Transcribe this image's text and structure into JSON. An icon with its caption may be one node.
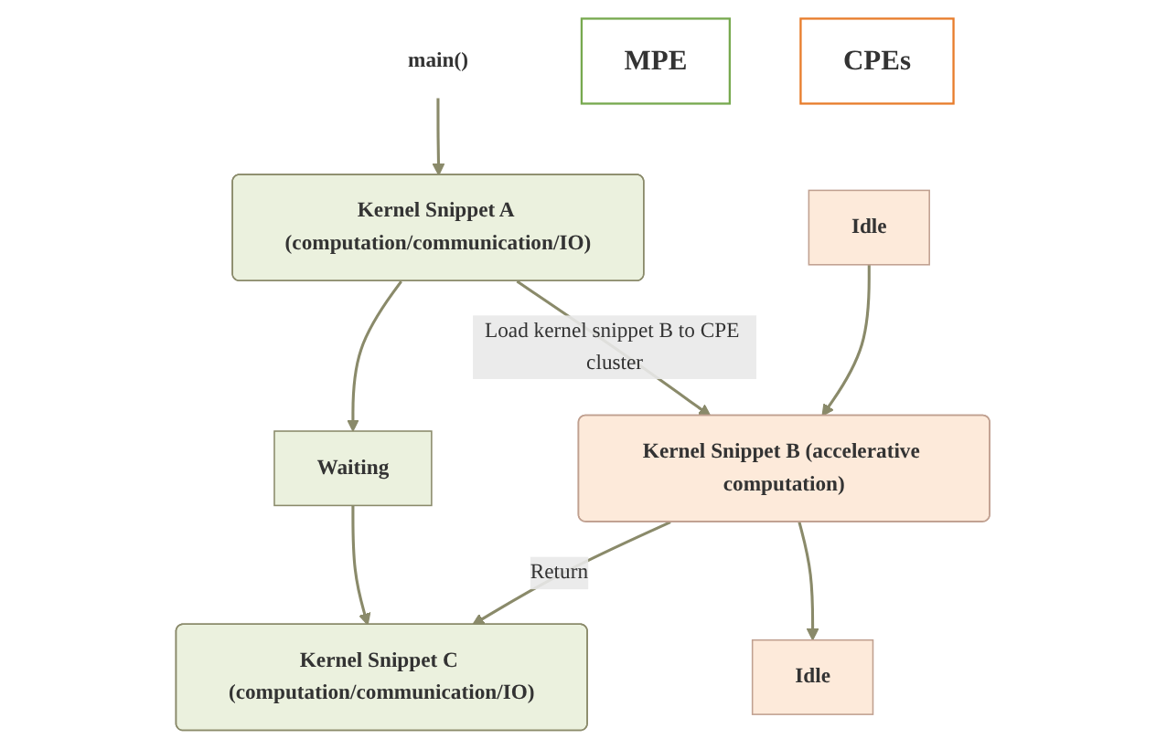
{
  "diagram": {
    "nodes": [
      {
        "text": [
          "main()"
        ]
      },
      {
        "text": [
          "Kernel Snippet A (computation/communication/IO)"
        ]
      },
      {
        "text": [
          "Waiting"
        ]
      },
      {
        "text": [
          "Kernel Snippet C (computation/communication/IO)"
        ]
      },
      {
        "text": [
          "MPE"
        ]
      },
      {
        "text": [
          "Idle"
        ]
      },
      {
        "text": [
          "Kernel Snippet B (accelerative computation)"
        ]
      },
      {
        "text": [
          "Idle"
        ]
      },
      {
        "text": [
          "CPEs"
        ]
      }
    ],
    "edges": [
      {
        "from": 0,
        "to": 1,
        "arrow": "to"
      },
      {
        "from": 1,
        "to": 2,
        "arrow": "to"
      },
      {
        "from": 2,
        "to": 3,
        "arrow": "to"
      },
      {
        "from": 1,
        "to": 6,
        "arrow": "to",
        "label": "Load kernel snippet B to CPE cluster"
      },
      {
        "from": 6,
        "to": 3,
        "arrow": "to",
        "label": "Return"
      },
      {
        "from": 5,
        "to": 6,
        "arrow": "to"
      },
      {
        "from": 6,
        "to": 7,
        "arrow": "to"
      }
    ]
  }
}
